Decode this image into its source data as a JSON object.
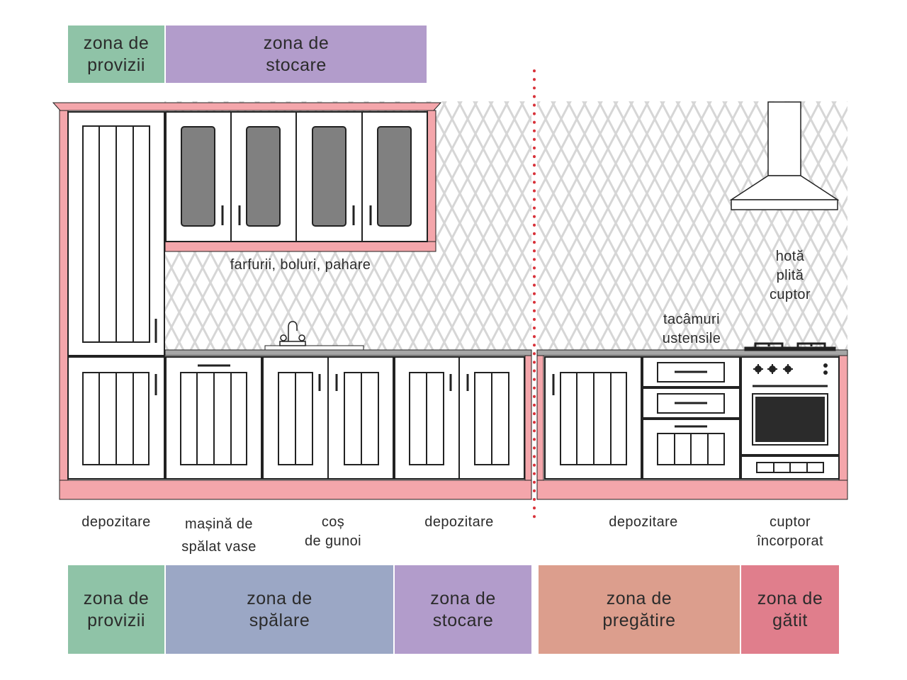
{
  "colors": {
    "provizii": "#8fc3a7",
    "stocare": "#b29ccb",
    "spalare": "#9ba7c5",
    "pregatire": "#dc9e8d",
    "gatit": "#e07e8c",
    "cabinet_frame": "#f4a6ab",
    "wall_pattern": "#d9d9d9",
    "divider": "#d8323a"
  },
  "top_zones": [
    {
      "line1": "zona de",
      "line2": "provizii"
    },
    {
      "line1": "zona de",
      "line2": "stocare"
    }
  ],
  "upper_label": "farfurii, boluri, pahare",
  "right_labels": {
    "appliances": [
      "hotă",
      "plită",
      "cuptor"
    ],
    "drawers": [
      "tacâmuri",
      "ustensile"
    ]
  },
  "bottom_labels": [
    [
      "depozitare"
    ],
    [
      "mașină de",
      "spălat vase"
    ],
    [
      "coș",
      "de gunoi"
    ],
    [
      "depozitare"
    ],
    [
      "depozitare"
    ],
    [
      "cuptor",
      "încorporat"
    ]
  ],
  "bottom_zones": [
    {
      "line1": "zona de",
      "line2": "provizii"
    },
    {
      "line1": "zona de",
      "line2": "spălare"
    },
    {
      "line1": "zona de",
      "line2": "stocare"
    },
    {
      "line1": "zona de",
      "line2": "pregătire"
    },
    {
      "line1": "zona de",
      "line2": "gătit"
    }
  ]
}
